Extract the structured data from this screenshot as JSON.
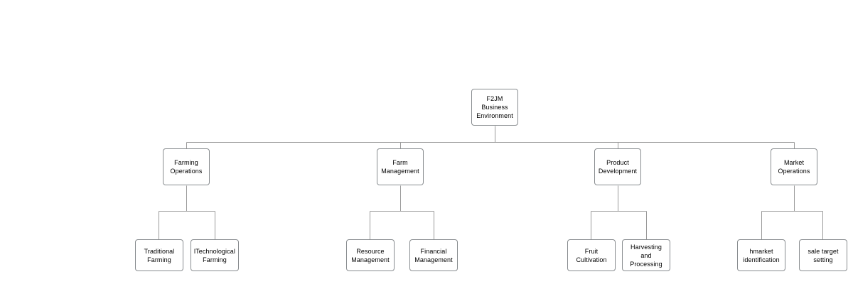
{
  "diagram": {
    "title": "F2JM Business Environment organizational hierarchy",
    "type": "tree",
    "background_color": "#ffffff",
    "node_border_color": "#888c8f",
    "node_fill_color": "#ffffff",
    "connector_color": "#9a9a9a",
    "text_color": "#000000"
  },
  "nodes": {
    "root": {
      "label": "F2JM\nBusiness\nEnvironment"
    },
    "branches": [
      {
        "label": "Farming\nOperations"
      },
      {
        "label": "Farm\nManagement"
      },
      {
        "label": "Product\nDevelopment"
      },
      {
        "label": "Market\nOperations"
      }
    ],
    "leaves": [
      {
        "label": "Traditional\nFarming"
      },
      {
        "label": "lTechnological\nFarming"
      },
      {
        "label": "Resource\nManagement"
      },
      {
        "label": "Financial\nManagement"
      },
      {
        "label": "Fruit\nCultivation"
      },
      {
        "label": "Harvesting and\nProcessing"
      },
      {
        "label": "hmarket\nidentification"
      },
      {
        "label": "sale target\nsetting"
      }
    ]
  }
}
